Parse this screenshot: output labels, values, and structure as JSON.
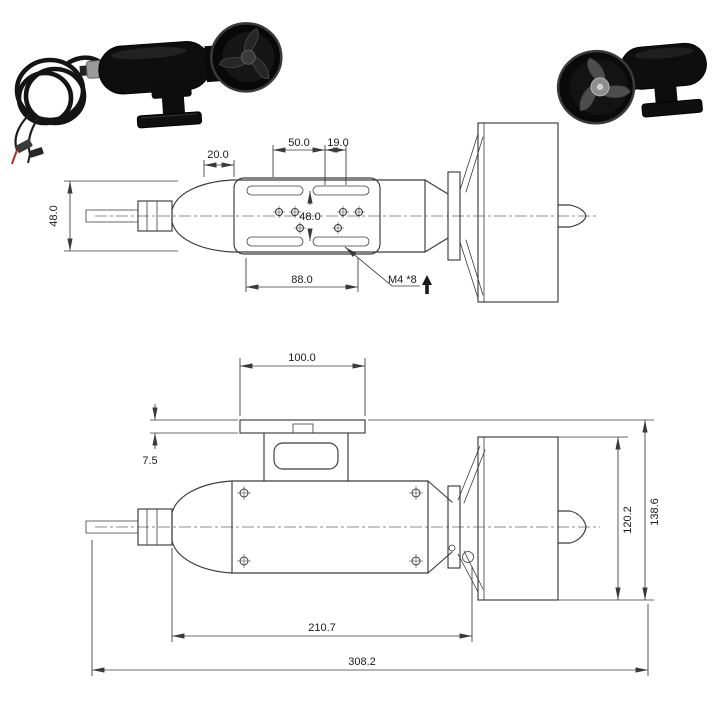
{
  "page": {
    "background": "#ffffff",
    "description": "Underwater thruster dimensional drawing"
  },
  "colors": {
    "line": "#3a3a3a",
    "text": "#1a1a1a",
    "product_body": "#0e0e0e",
    "silver": "#9b9b9b",
    "red_wire": "#a83226"
  },
  "top_view": {
    "dims": {
      "nose_to_plate": "20.0",
      "slot_span": "50.0",
      "slot_end": "19.0",
      "body_diameter": "48.0",
      "slot_row_spacing": "48.0",
      "plate_length": "88.0",
      "thread_note": "M4 *8"
    }
  },
  "side_view": {
    "dims": {
      "bracket_width": "100.0",
      "plate_thickness": "7.5",
      "duct_diameter": "120.2",
      "overall_height": "138.6",
      "body_length": "210.7",
      "overall_length": "308.2"
    }
  }
}
